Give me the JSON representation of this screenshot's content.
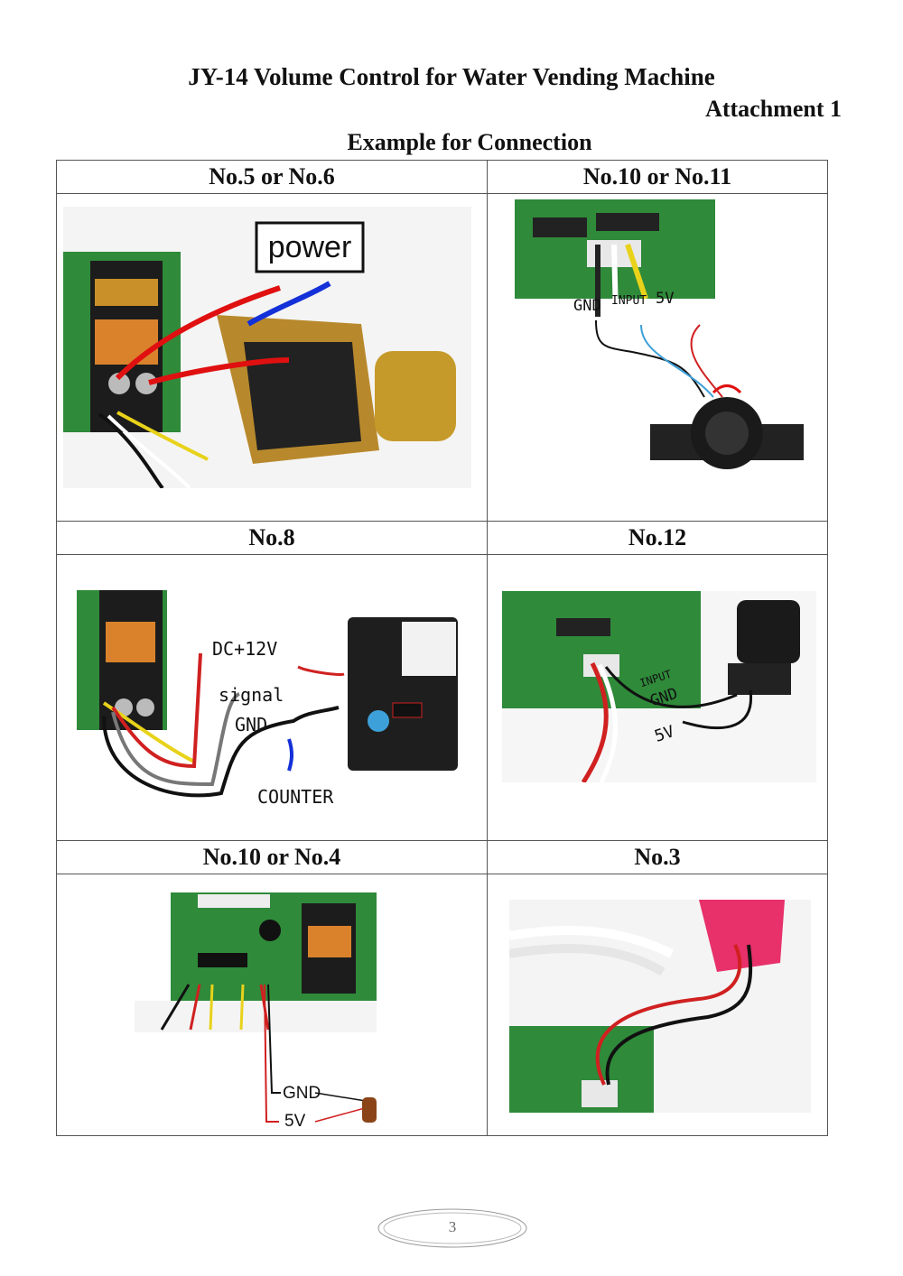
{
  "header": {
    "title": "JY-14 Volume Control for Water Vending Machine",
    "attachment": "Attachment 1",
    "subtitle": "Example for Connection"
  },
  "table": {
    "rows": [
      {
        "left": "No.5 or No.6",
        "right": "No.10 or No.11"
      },
      {
        "left": "No.8",
        "right": "No.12"
      },
      {
        "left": "No.10 or No.4",
        "right": "No.3"
      }
    ]
  },
  "labels": {
    "power": "power",
    "gnd": "GND",
    "input": "INPUT",
    "five_v": "5V",
    "dc12v": "DC+12V",
    "signal": "signal",
    "counter": "COUNTER",
    "input_lc": "INPUT"
  },
  "footer": {
    "page": "3"
  }
}
